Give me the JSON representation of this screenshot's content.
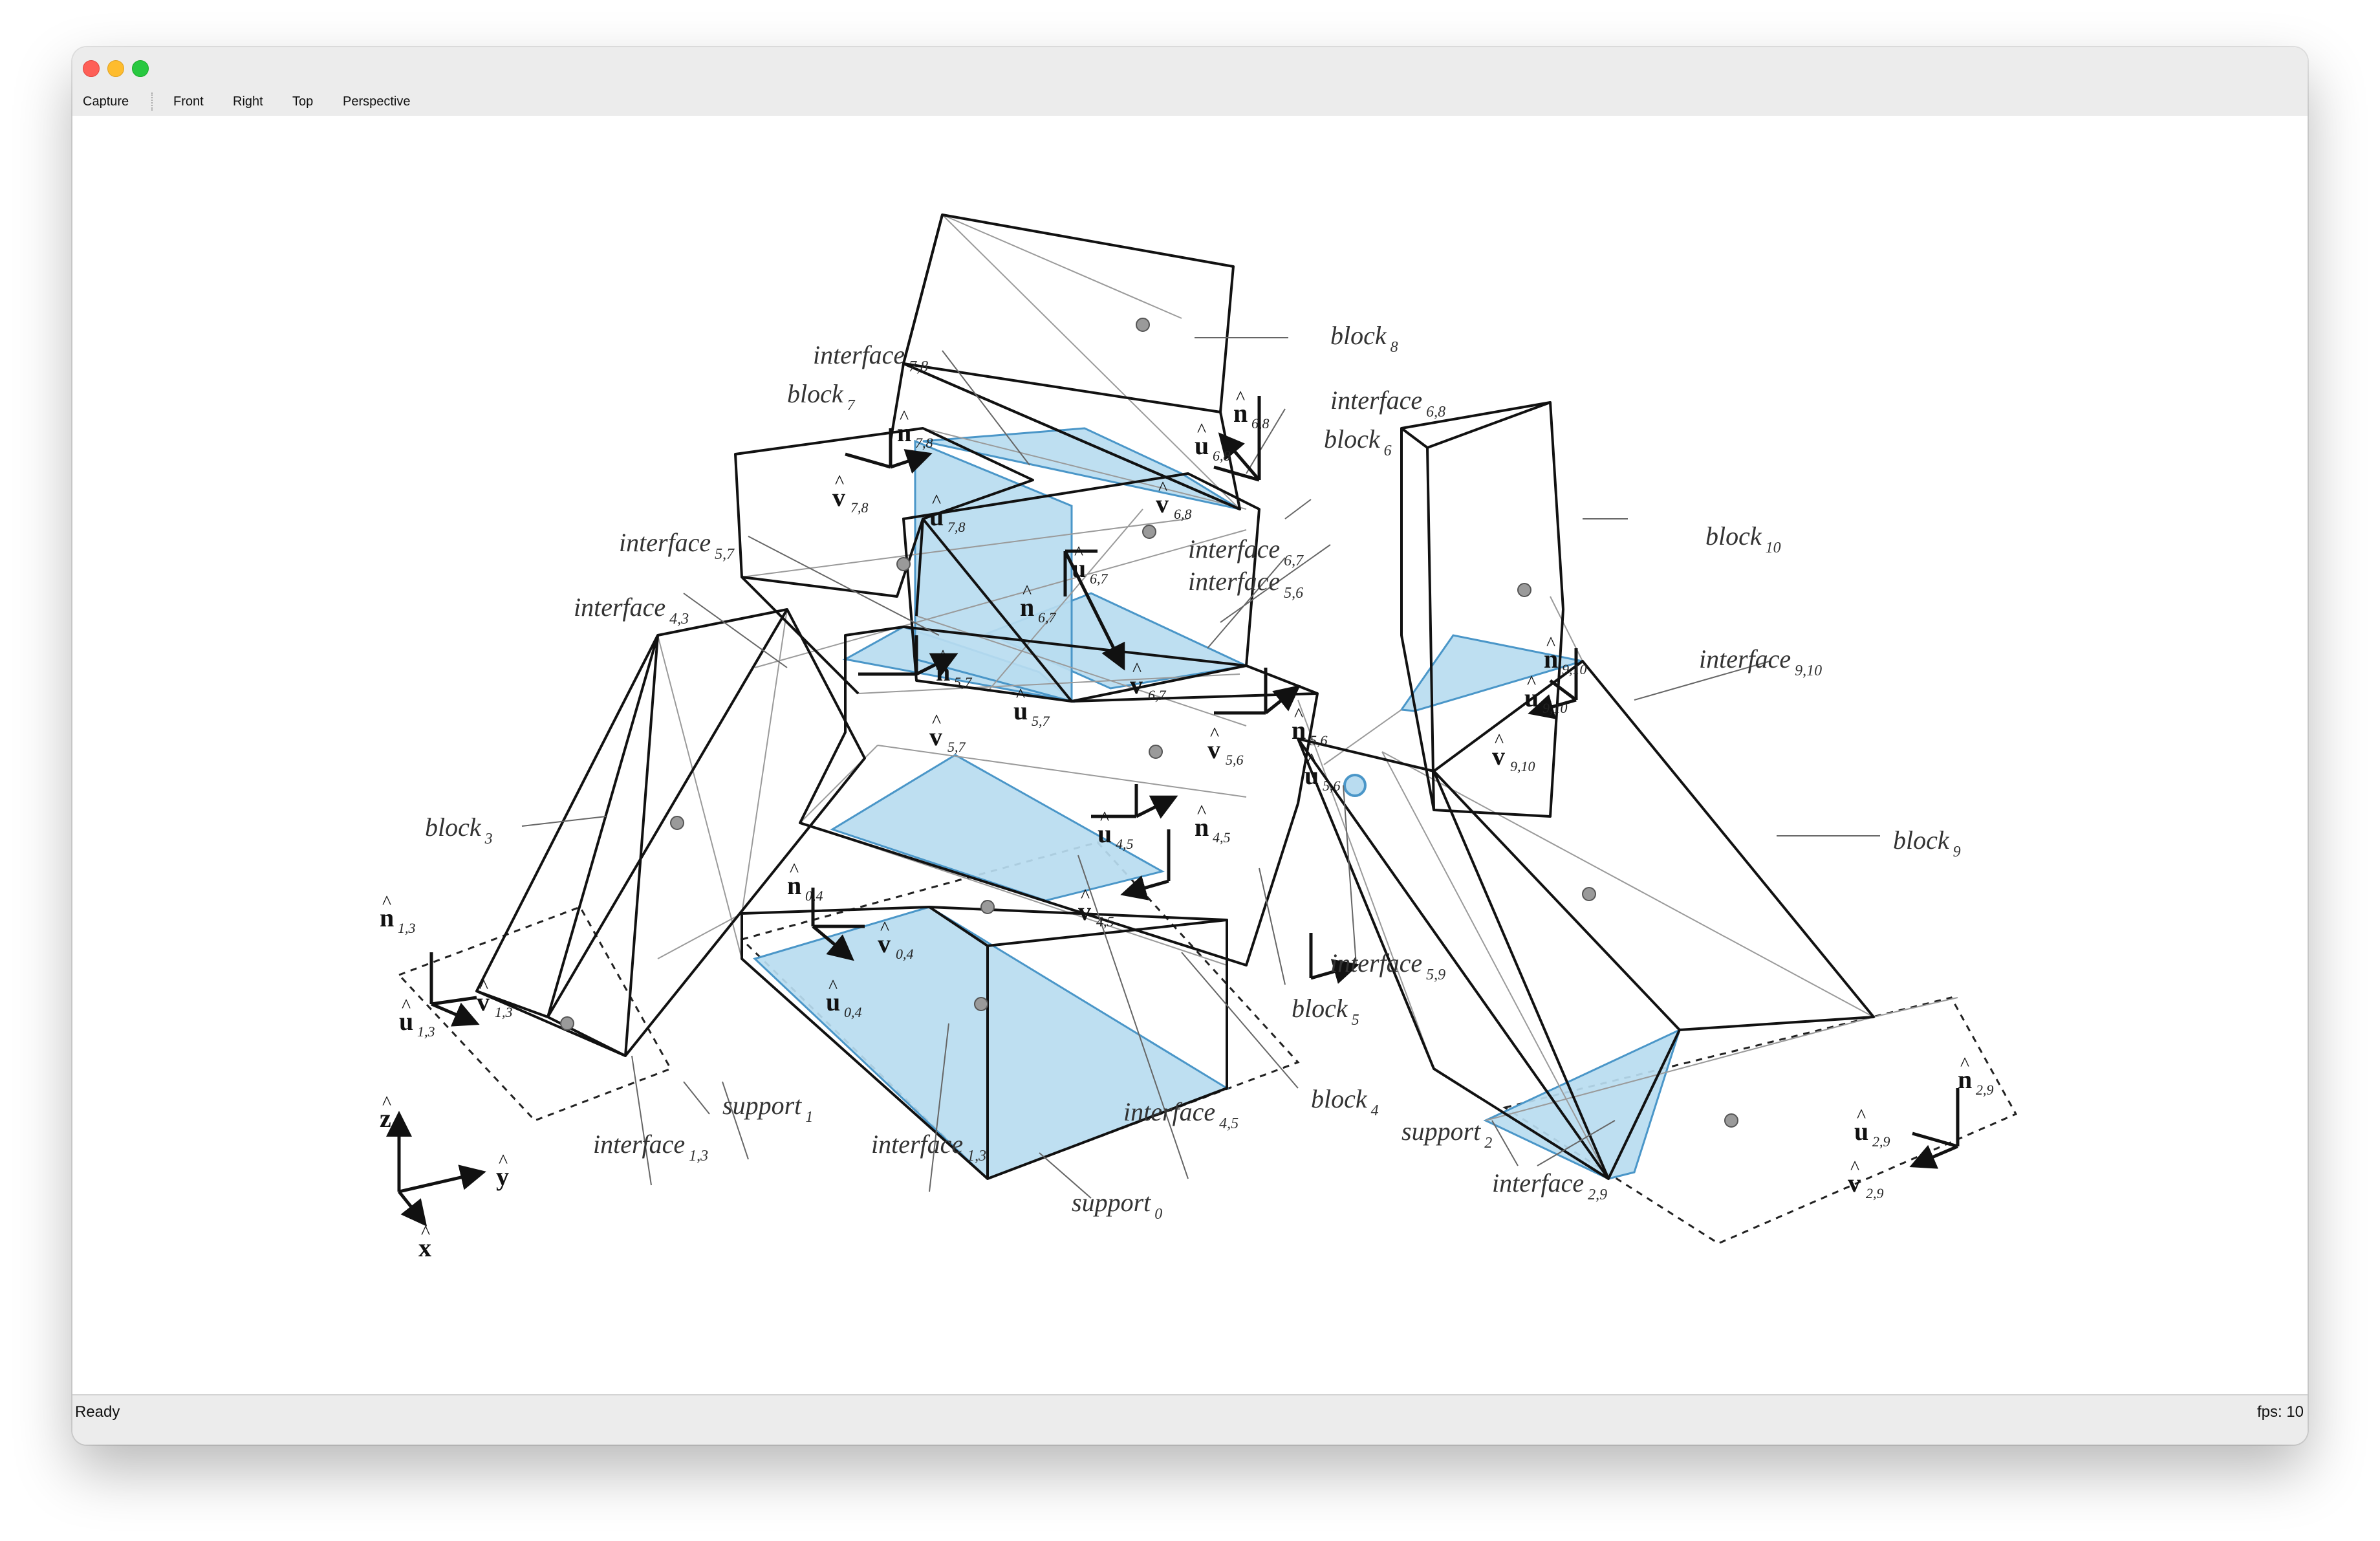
{
  "window": {
    "toolbar": {
      "capture": "Capture",
      "front": "Front",
      "right": "Right",
      "top": "Top",
      "perspective": "Perspective"
    },
    "status": {
      "left": "Ready",
      "right": "fps: 10"
    }
  },
  "labels": {
    "block_3": {
      "main": "block",
      "sub": "3"
    },
    "block_4": {
      "main": "block",
      "sub": "4"
    },
    "block_5": {
      "main": "block",
      "sub": "5"
    },
    "block_6": {
      "main": "block",
      "sub": "6"
    },
    "block_7": {
      "main": "block",
      "sub": "7"
    },
    "block_8": {
      "main": "block",
      "sub": "8"
    },
    "block_9": {
      "main": "block",
      "sub": "9"
    },
    "block_10": {
      "main": "block",
      "sub": "10"
    },
    "interface_7_8": {
      "main": "interface",
      "sub": "7,8"
    },
    "interface_6_8": {
      "main": "interface",
      "sub": "6,8"
    },
    "interface_6_7": {
      "main": "interface",
      "sub": "6,7"
    },
    "interface_5_6": {
      "main": "interface",
      "sub": "5,6"
    },
    "interface_5_7": {
      "main": "interface",
      "sub": "5,7"
    },
    "interface_4_3": {
      "main": "interface",
      "sub": "4,3"
    },
    "interface_9_10": {
      "main": "interface",
      "sub": "9,10"
    },
    "interface_5_9": {
      "main": "interface",
      "sub": "5,9"
    },
    "interface_4_5": {
      "main": "interface",
      "sub": "4,5"
    },
    "interface_1_3_left": {
      "main": "interface",
      "sub": "1,3"
    },
    "interface_1_3_mid": {
      "main": "interface",
      "sub": "1,3"
    },
    "interface_2_9": {
      "main": "interface",
      "sub": "2,9"
    },
    "support_0": {
      "main": "support",
      "sub": "0"
    },
    "support_1": {
      "main": "support",
      "sub": "1"
    },
    "support_2": {
      "main": "support",
      "sub": "2"
    }
  },
  "vectors": {
    "n_6_8": {
      "v": "n",
      "sub": "6,8"
    },
    "u_6_8": {
      "v": "u",
      "sub": "6,8"
    },
    "v_6_8": {
      "v": "v",
      "sub": "6,8"
    },
    "n_7_8": {
      "v": "n",
      "sub": "7,8"
    },
    "v_7_8": {
      "v": "v",
      "sub": "7,8"
    },
    "u_7_8": {
      "v": "u",
      "sub": "7,8"
    },
    "u_6_7": {
      "v": "u",
      "sub": "6,7"
    },
    "n_6_7": {
      "v": "n",
      "sub": "6,7"
    },
    "v_6_7": {
      "v": "v",
      "sub": "6,7"
    },
    "n_5_7": {
      "v": "n",
      "sub": "5,7"
    },
    "u_5_7": {
      "v": "u",
      "sub": "5,7"
    },
    "v_5_7": {
      "v": "v",
      "sub": "5,7"
    },
    "n_5_6": {
      "v": "n",
      "sub": "5,6"
    },
    "v_5_6": {
      "v": "v",
      "sub": "5,6"
    },
    "u_5_6": {
      "v": "u",
      "sub": "5,6"
    },
    "n_9_10": {
      "v": "n",
      "sub": "9,10"
    },
    "u_9_10": {
      "v": "u",
      "sub": "9,10"
    },
    "v_9_10": {
      "v": "v",
      "sub": "9,10"
    },
    "u_4_5": {
      "v": "u",
      "sub": "4,5"
    },
    "n_4_5": {
      "v": "n",
      "sub": "4,5"
    },
    "v_4_5": {
      "v": "v",
      "sub": "4,5"
    },
    "n_0_4": {
      "v": "n",
      "sub": "0,4"
    },
    "v_0_4": {
      "v": "v",
      "sub": "0,4"
    },
    "u_0_4": {
      "v": "u",
      "sub": "0,4"
    },
    "n_1_3": {
      "v": "n",
      "sub": "1,3"
    },
    "v_1_3": {
      "v": "v",
      "sub": "1,3"
    },
    "u_1_3": {
      "v": "u",
      "sub": "1,3"
    },
    "n_2_9": {
      "v": "n",
      "sub": "2,9"
    },
    "u_2_9": {
      "v": "u",
      "sub": "2,9"
    },
    "v_2_9": {
      "v": "v",
      "sub": "2,9"
    }
  },
  "axes": {
    "z": "z",
    "y": "y",
    "x": "x"
  },
  "colors": {
    "interface_fill": "#b9dcf0",
    "interface_edge": "#4a96c8",
    "edge": "#111111",
    "thin": "#9a9a9a"
  }
}
